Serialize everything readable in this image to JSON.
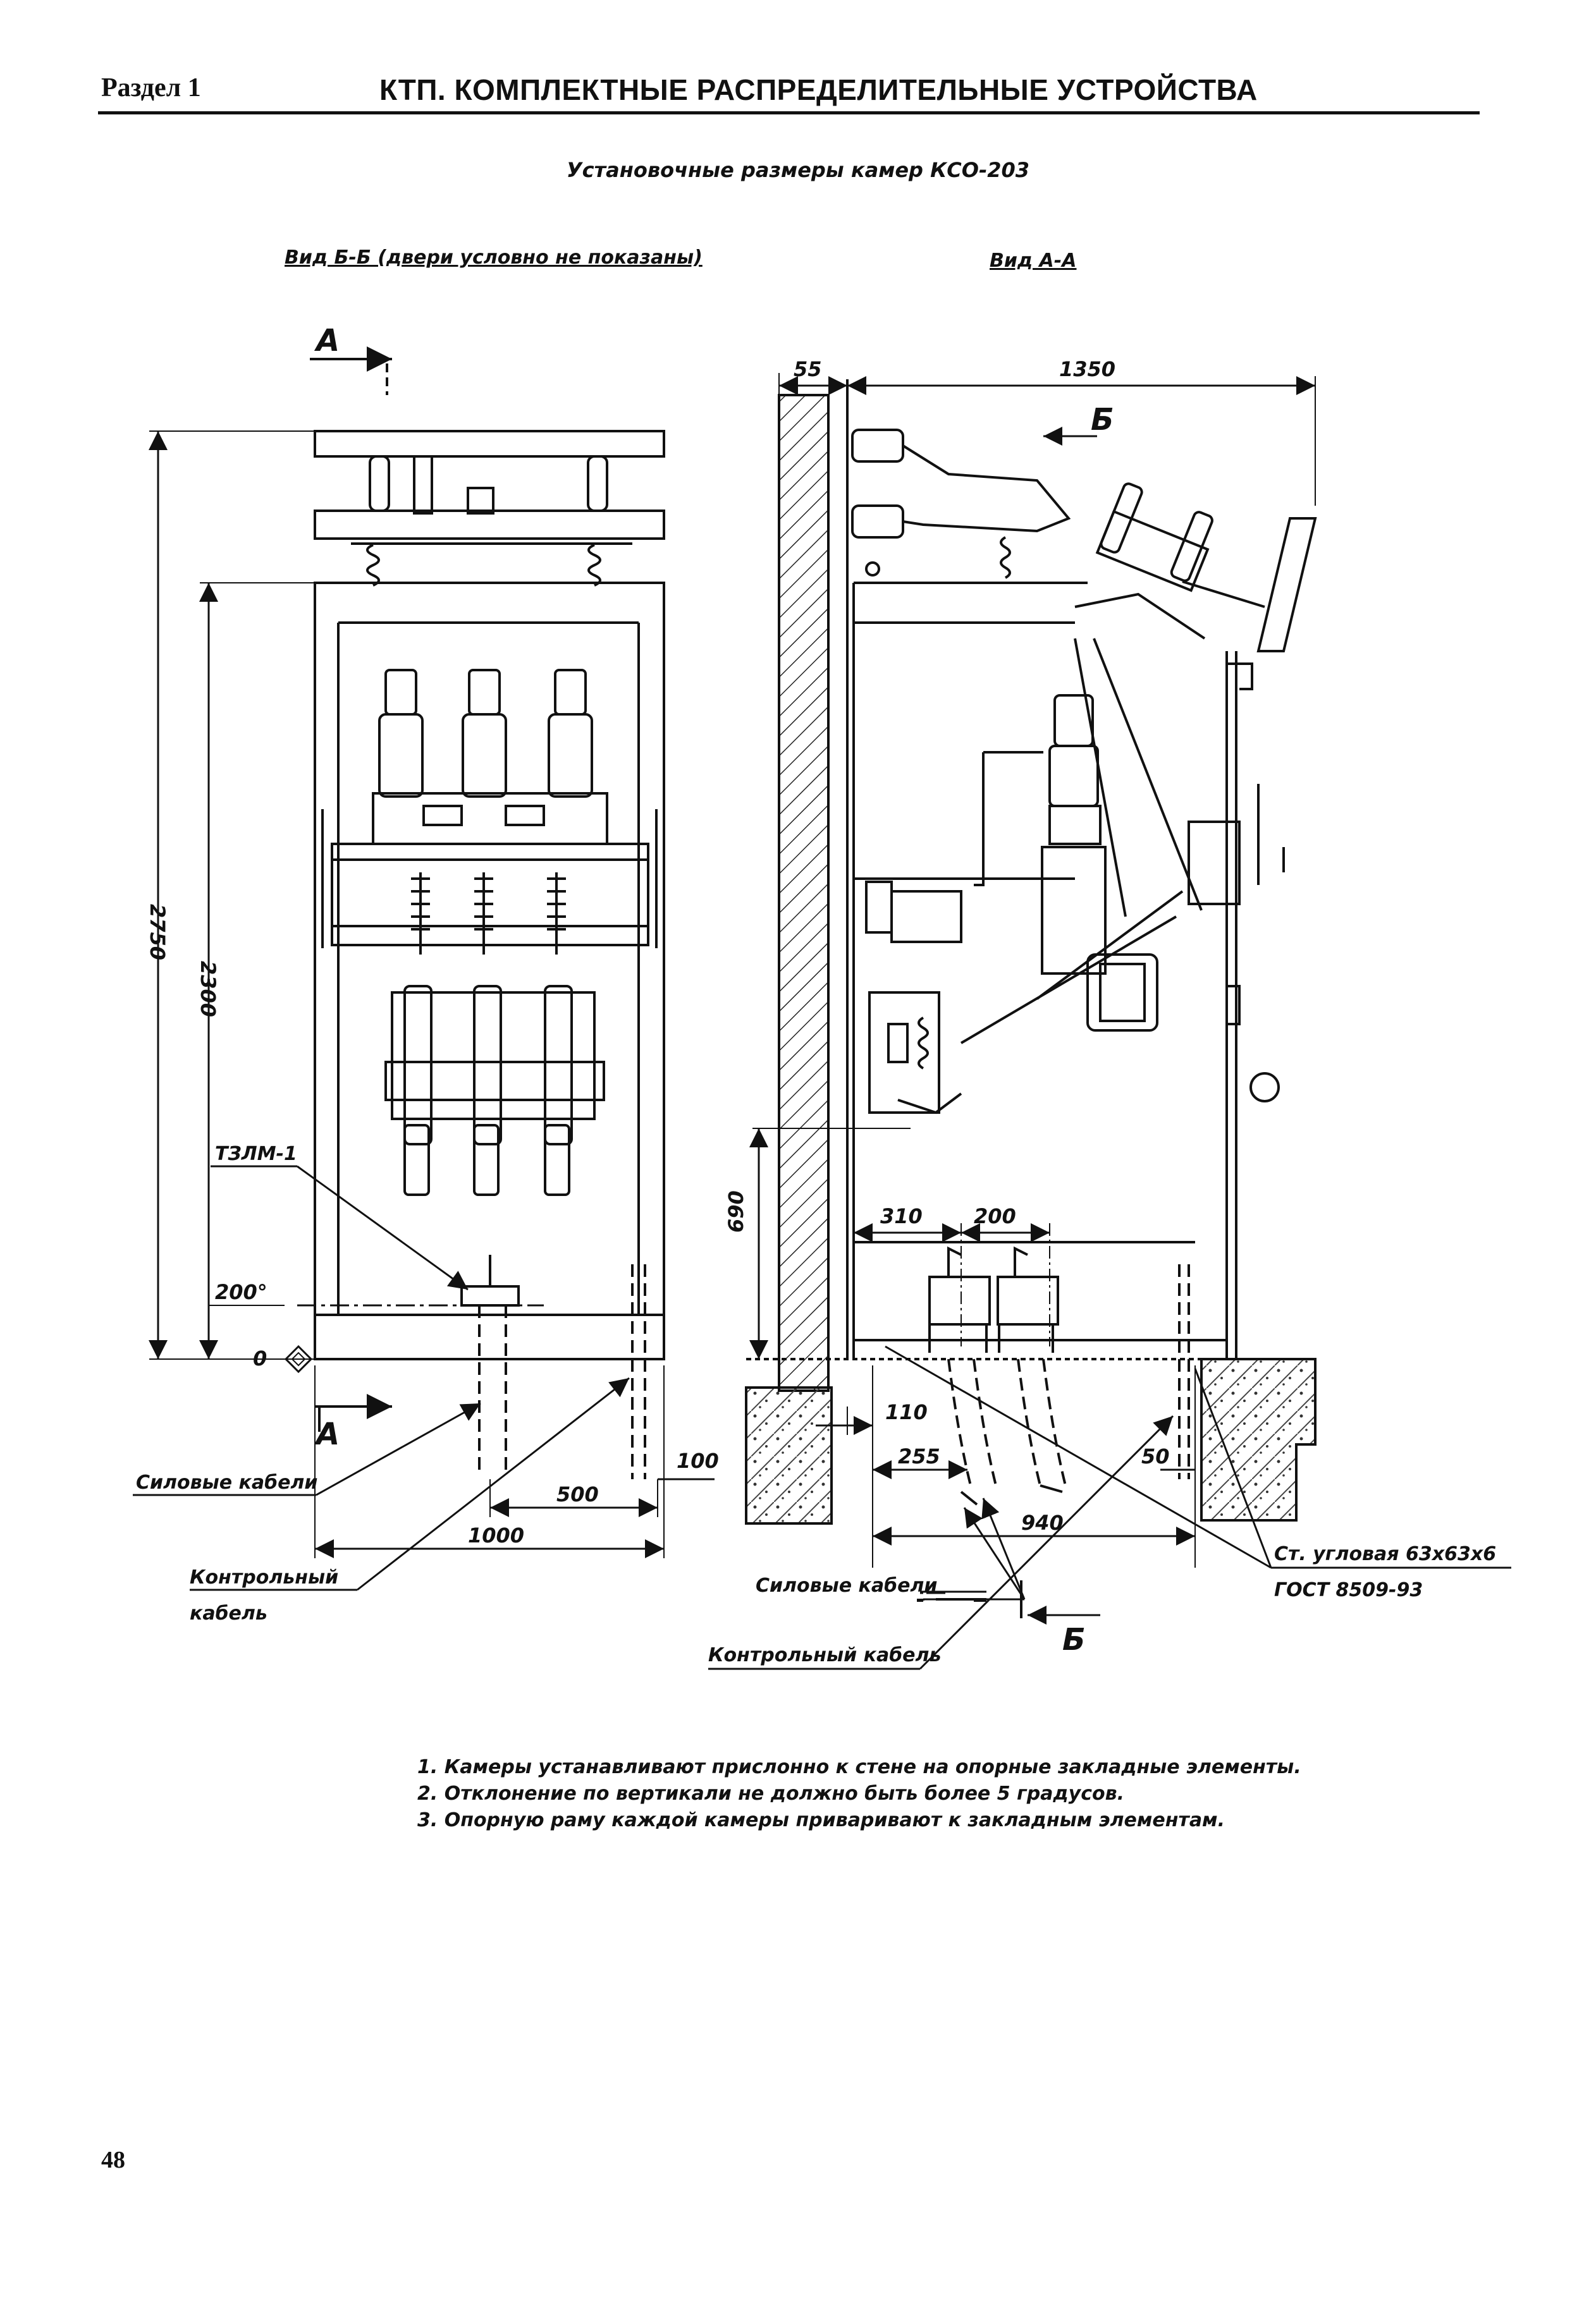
{
  "header": {
    "section": "Раздел 1",
    "title": "КТП. КОМПЛЕКТНЫЕ РАСПРЕДЕЛИТЕЛЬНЫЕ УСТРОЙСТВА"
  },
  "drawing": {
    "title": "Установочные размеры камер КСО-203",
    "left_view": {
      "caption": "Вид Б-Б (двери условно не показаны)",
      "section_marks": [
        "А",
        "А"
      ],
      "dims": [
        "2750",
        "2300",
        "200°",
        "0",
        "100",
        "500",
        "1000"
      ],
      "labels": [
        "ТЗЛМ-1",
        "Силовые кабели",
        "Контрольный",
        "кабель"
      ]
    },
    "right_view": {
      "caption": "Вид А-А",
      "section_marks": [
        "Б",
        "Б"
      ],
      "dims": [
        "55",
        "1350",
        "690",
        "310",
        "200",
        "110",
        "255",
        "50",
        "940"
      ],
      "labels": [
        "Ст. угловая 63х63х6",
        "ГОСТ 8509-93",
        "Силовые кабели",
        "Контрольный кабель"
      ]
    }
  },
  "notes": [
    "1. Камеры устанавливают прислонно к стене на опорные закладные элементы.",
    "2. Отклонение по вертикали не должно быть более 5 градусов.",
    "3. Опорную раму каждой камеры приваривают к закладным элементам."
  ],
  "page_number": "48"
}
